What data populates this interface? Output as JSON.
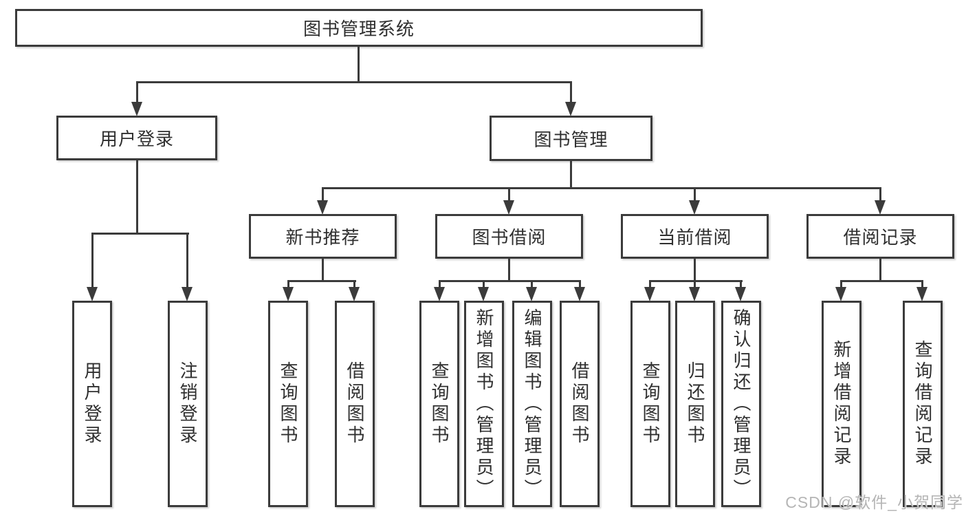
{
  "diagram": {
    "type": "hierarchy-flowchart",
    "root": {
      "label": "图书管理系统"
    },
    "branches": [
      {
        "label": "用户登录",
        "children": [
          {
            "label": "用户登录"
          },
          {
            "label": "注销登录"
          }
        ]
      },
      {
        "label": "图书管理",
        "children": [
          {
            "label": "新书推荐",
            "children": [
              {
                "label": "查询图书"
              },
              {
                "label": "借阅图书"
              }
            ]
          },
          {
            "label": "图书借阅",
            "children": [
              {
                "label": "查询图书"
              },
              {
                "label": "新增图书（管理员）"
              },
              {
                "label": "编辑图书（管理员）"
              },
              {
                "label": "借阅图书"
              }
            ]
          },
          {
            "label": "当前借阅",
            "children": [
              {
                "label": "查询图书"
              },
              {
                "label": "归还图书"
              },
              {
                "label": "确认归还（管理员）"
              }
            ]
          },
          {
            "label": "借阅记录",
            "children": [
              {
                "label": "新增借阅记录"
              },
              {
                "label": "查询借阅记录"
              }
            ]
          }
        ]
      }
    ]
  },
  "watermark": {
    "text": "CSDN @软件_小贺同学"
  },
  "colors": {
    "line": "#3b3b3b",
    "text": "#2f2f2f",
    "background": "#ffffff",
    "watermark": "#b5b5b5"
  }
}
